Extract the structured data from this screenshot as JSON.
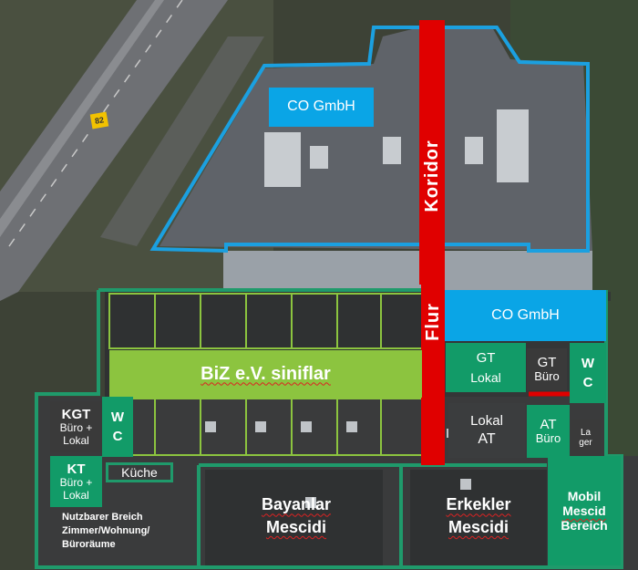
{
  "labels": {
    "co_top": "CO GmbH",
    "koridor": "Koridor",
    "flur": "Flur",
    "co_right": "CO GmbH",
    "biz": "BiZ e.V. siniflar",
    "gt_lokal_1": "GT",
    "gt_lokal_2": "Lokal",
    "gt_buro_1": "GT",
    "gt_buro_2": "Büro",
    "wc_right_1": "W",
    "wc_right_2": "C",
    "kgt_1": "KGT",
    "kgt_2": "Büro +",
    "kgt_3": "Lokal",
    "wc_left_1": "W",
    "wc_left_2": "C",
    "kt_1": "KT",
    "kt_2": "Büro +",
    "kt_3": "Lokal",
    "kuche": "Küche",
    "lokal_at_1": "Lokal",
    "lokal_at_2": "AT",
    "at_buro_1": "AT",
    "at_buro_2": "Büro",
    "lager_1": "La",
    "lager_2": "ger",
    "nutz_1": "Nutzbarer Breich",
    "nutz_2": "Zimmer/Wohnung/",
    "nutz_3": "Büroräume",
    "bayanlar_1": "Bayanlar",
    "bayanlar_2": "Mescidi",
    "erkekler_1": "Erkekler",
    "erkekler_2": "Mescidi",
    "mobil_1": "Mobil",
    "mobil_2": "Mescid",
    "mobil_3": "Bereich",
    "road_sign": "82"
  },
  "colors": {
    "accent_blue": "#0aa5e6",
    "accent_green": "#129b68",
    "corridor_red": "#e00000",
    "outline_green": "#1f9a6b",
    "outline_blue": "#1ba0e0"
  }
}
